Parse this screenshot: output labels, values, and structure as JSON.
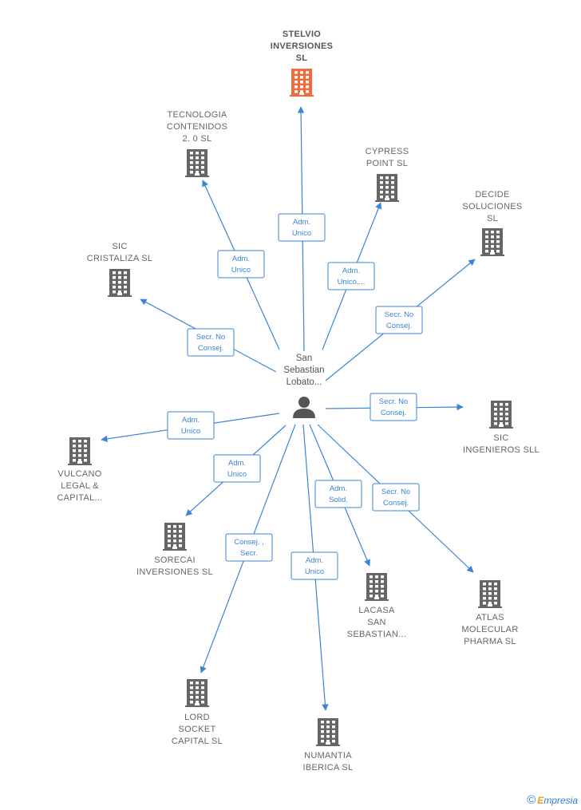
{
  "center": {
    "label_lines": [
      "San",
      "Sebastian",
      "Lobato..."
    ],
    "icon": "person-icon"
  },
  "nodes": [
    {
      "id": "stelvio",
      "lines": [
        "STELVIO",
        "INVERSIONES",
        "SL"
      ],
      "highlight": true,
      "icon": "building-icon"
    },
    {
      "id": "tecnologia",
      "lines": [
        "TECNOLOGIA",
        "CONTENIDOS",
        "2. 0  SL"
      ],
      "icon": "building-icon"
    },
    {
      "id": "cypress",
      "lines": [
        "CYPRESS",
        "POINT  SL"
      ],
      "icon": "building-icon"
    },
    {
      "id": "decide",
      "lines": [
        "DECIDE",
        "SOLUCIONES",
        "SL"
      ],
      "icon": "building-icon"
    },
    {
      "id": "sic-cristaliza",
      "lines": [
        "SIC",
        "CRISTALIZA SL"
      ],
      "icon": "building-icon"
    },
    {
      "id": "sic-ingenieros",
      "lines": [
        "SIC",
        "INGENIEROS SLL"
      ],
      "icon": "building-icon"
    },
    {
      "id": "vulcano",
      "lines": [
        "VULCANO",
        "LEGAL &",
        "CAPITAL..."
      ],
      "icon": "building-icon"
    },
    {
      "id": "sorecai",
      "lines": [
        "SORECAI",
        "INVERSIONES SL"
      ],
      "icon": "building-icon"
    },
    {
      "id": "lacasa",
      "lines": [
        "LACASA",
        "SAN",
        "SEBASTIAN..."
      ],
      "icon": "building-icon"
    },
    {
      "id": "atlas",
      "lines": [
        "ATLAS",
        "MOLECULAR",
        "PHARMA  SL"
      ],
      "icon": "building-icon"
    },
    {
      "id": "lord",
      "lines": [
        "LORD",
        "SOCKET",
        "CAPITAL  SL"
      ],
      "icon": "building-icon"
    },
    {
      "id": "numantia",
      "lines": [
        "NUMANTIA",
        "IBERICA  SL"
      ],
      "icon": "building-icon"
    }
  ],
  "edges": [
    {
      "to": "stelvio",
      "label_lines": [
        "Adm.",
        "Unico"
      ]
    },
    {
      "to": "tecnologia",
      "label_lines": [
        "Adm.",
        "Unico"
      ]
    },
    {
      "to": "cypress",
      "label_lines": [
        "Adm.",
        "Unico,..."
      ]
    },
    {
      "to": "decide",
      "label_lines": [
        "Secr.  No",
        "Consej."
      ]
    },
    {
      "to": "sic-cristaliza",
      "label_lines": [
        "Secr.  No",
        "Consej."
      ]
    },
    {
      "to": "sic-ingenieros",
      "label_lines": [
        "Secr.  No",
        "Consej."
      ]
    },
    {
      "to": "vulcano",
      "label_lines": [
        "Adm.",
        "Unico"
      ]
    },
    {
      "to": "sorecai",
      "label_lines": [
        "Adm.",
        "Unico"
      ]
    },
    {
      "to": "lacasa",
      "label_lines": [
        "Adm.",
        "Solid."
      ]
    },
    {
      "to": "atlas",
      "label_lines": [
        "Secr.  No",
        "Consej."
      ]
    },
    {
      "to": "lord",
      "label_lines": [
        "Consej. ,",
        "Secr."
      ]
    },
    {
      "to": "numantia",
      "label_lines": [
        "Adm.",
        "Unico"
      ]
    }
  ],
  "footer": {
    "copyright_symbol": "©",
    "brand_initial": "E",
    "brand_rest": "mpresia"
  },
  "colors": {
    "edge": "#3a85d6",
    "building": "#666666",
    "highlight_building": "#f26a3c",
    "text": "#666666"
  }
}
